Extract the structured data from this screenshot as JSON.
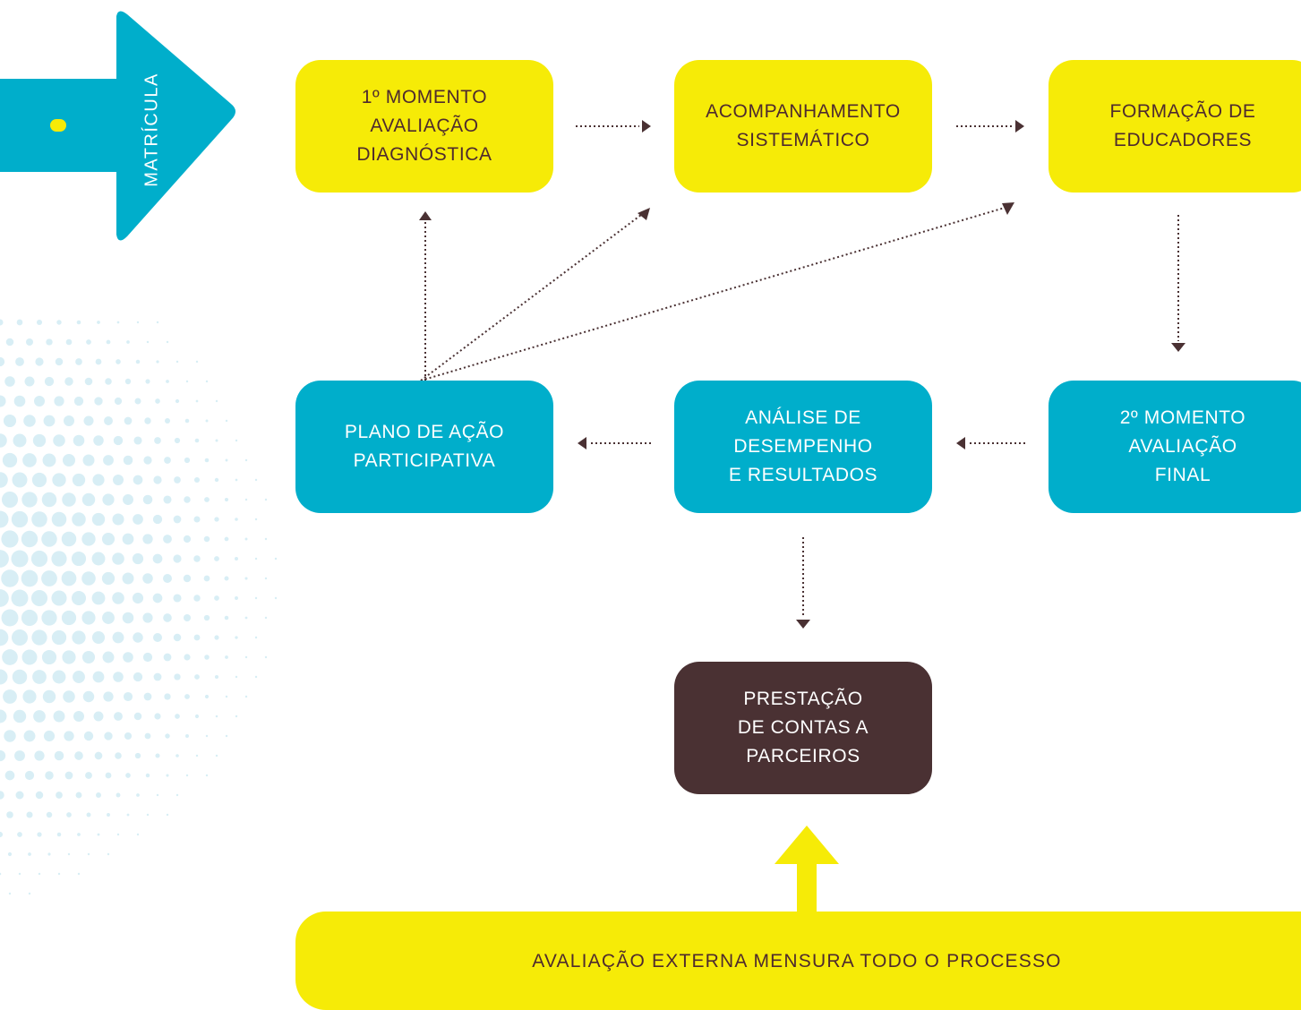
{
  "colors": {
    "yellow": "#f6eb07",
    "blue": "#00aecb",
    "dark": "#4a3133",
    "arrow": "#4a3133",
    "dots": "#d8eef5"
  },
  "matricula": {
    "label": "MATRÍCULA"
  },
  "steps": {
    "momento1": "1º MOMENTO\nAVALIAÇÃO\nDIAGNÓSTICA",
    "acompanhamento": "ACOMPANHAMENTO\nSISTEMÁTICO",
    "formacao": "FORMAÇÃO DE\nEDUCADORES",
    "plano": "PLANO DE AÇÃO\nPARTICIPATIVA",
    "analise": "ANÁLISE DE\nDESEMPENHO\nE RESULTADOS",
    "momento2": "2º MOMENTO\nAVALIAÇÃO\nFINAL",
    "prestacao": "PRESTAÇÃO\nDE CONTAS A\nPARCEIROS"
  },
  "footer": {
    "label": "AVALIAÇÃO EXTERNA MENSURA TODO O PROCESSO"
  }
}
